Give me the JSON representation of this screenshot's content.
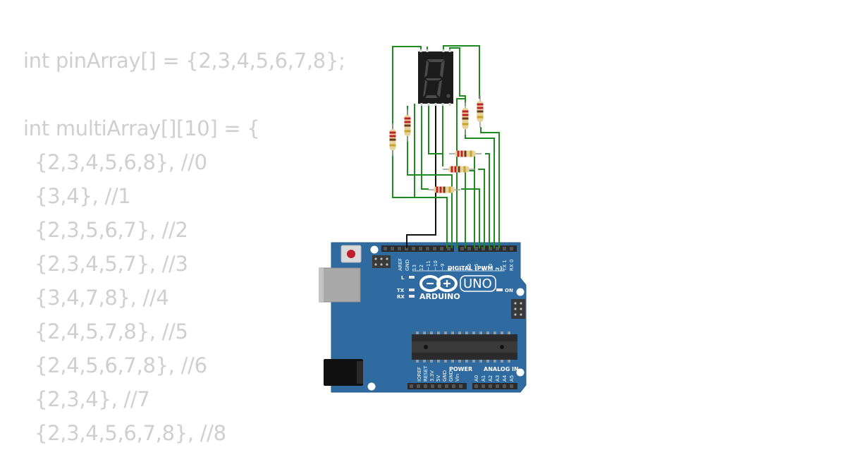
{
  "code_lines": [
    {
      "text": "int pinArray[] = {2,3,4,5,6,7,8};",
      "indent": false
    },
    {
      "text": "",
      "indent": false
    },
    {
      "text": "int multiArray[][10] = {",
      "indent": false
    },
    {
      "text": "{2,3,4,5,6,8}, //0",
      "indent": true
    },
    {
      "text": "{3,4}, //1",
      "indent": true
    },
    {
      "text": "{2,3,5,6,7}, //2",
      "indent": true
    },
    {
      "text": "{2,3,4,5,7}, //3",
      "indent": true
    },
    {
      "text": "{3,4,7,8}, //4",
      "indent": true
    },
    {
      "text": "{2,4,5,7,8}, //5",
      "indent": true
    },
    {
      "text": "{2,4,5,6,7,8}, //6",
      "indent": true
    },
    {
      "text": "{2,3,4}, //7",
      "indent": true
    },
    {
      "text": "{2,3,4,5,6,7,8}, //8",
      "indent": true
    }
  ],
  "board": {
    "brand": "ARDUINO",
    "model": "UNO",
    "digital_header_label": "DIGITAL (PWM ~)",
    "power_label": "POWER",
    "analog_label": "ANALOG IN",
    "on_label": "ON",
    "l_label": "L",
    "tx_label": "TX",
    "rx_label": "RX",
    "digital_pins_left": [
      "AREF",
      "GND",
      "13",
      "12",
      "~11",
      "~10",
      "~9",
      "8"
    ],
    "digital_pins_right": [
      "7",
      "~6",
      "~5",
      "4",
      "~3",
      "2",
      "TX 1",
      "RX 0"
    ],
    "power_pins": [
      "IOREF",
      "RESET",
      "3.3V",
      "5V",
      "GND",
      "GND",
      "Vin"
    ],
    "analog_pins": [
      "A0",
      "A1",
      "A2",
      "A3",
      "A4",
      "A5"
    ]
  },
  "colors": {
    "board": "#2f6aa0",
    "wire_signal": "#1f8a1f",
    "wire_ground": "#111111",
    "code_text": "#cfcfcf",
    "display_body": "#1c1c1c"
  },
  "display": {
    "digit": "8"
  }
}
